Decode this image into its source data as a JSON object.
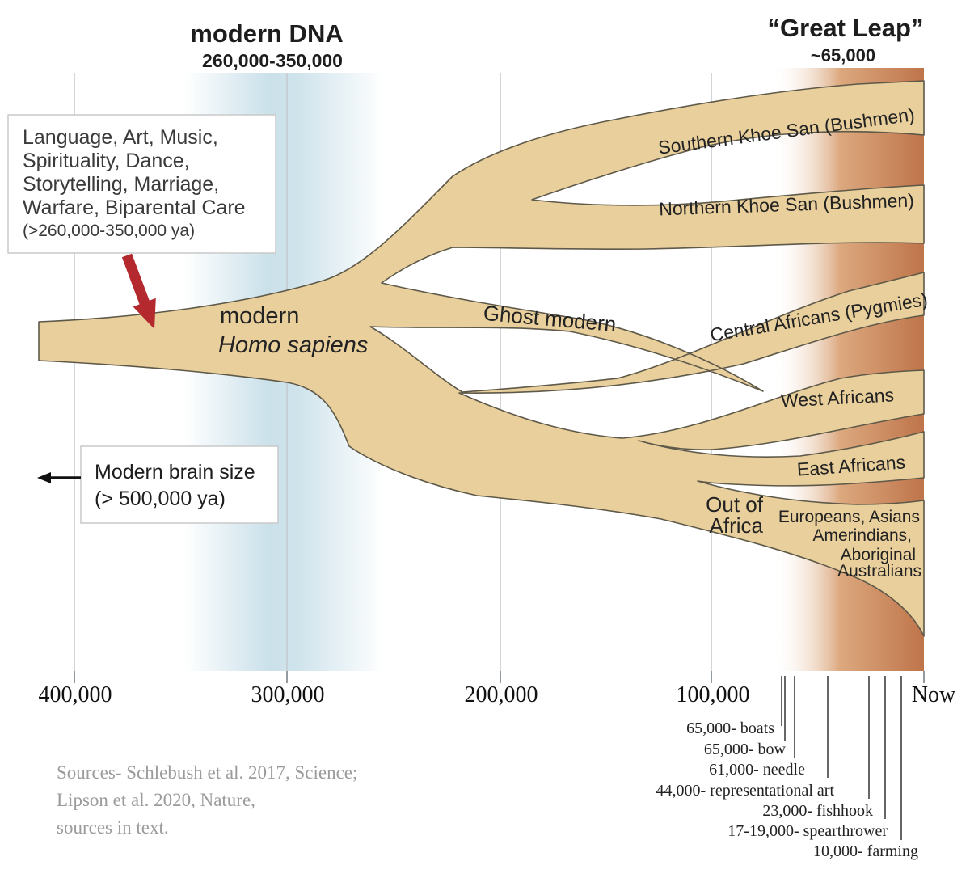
{
  "header": {
    "modern_dna": {
      "title": "modern DNA",
      "range": "260,000-350,000"
    },
    "great_leap": {
      "title": "“Great Leap”",
      "range": "~65,000"
    }
  },
  "callouts": {
    "traits_box": {
      "lines": [
        "Language, Art, Music,",
        "Spirituality, Dance,",
        "Storytelling, Marriage,",
        "Warfare, Biparental Care"
      ],
      "note": "(>260,000-350,000 ya)"
    },
    "brain_box": {
      "line1": "Modern brain size",
      "line2": "(> 500,000 ya)"
    }
  },
  "tree": {
    "trunk_label_line1": "modern",
    "trunk_label_line2": "Homo sapiens",
    "ghost_label": "Ghost modern",
    "out_of_africa_line1": "Out of",
    "out_of_africa_line2": "Africa",
    "branches": [
      "Southern Khoe San (Bushmen)",
      "Northern Khoe San (Bushmen)",
      "Central Africans (Pygmies)",
      "West Africans",
      "East Africans"
    ],
    "eurasian": [
      "Europeans, Asians",
      "Amerindians,",
      "Aboriginal",
      "Australians"
    ]
  },
  "axis": {
    "labels": [
      "400,000",
      "300,000",
      "200,000",
      "100,000",
      "Now"
    ]
  },
  "events": [
    "65,000- boats",
    "65,000- bow",
    "61,000- needle",
    "44,000- representational art",
    "23,000- fishhook",
    "17-19,000- spearthrower",
    "10,000- farming"
  ],
  "sources": [
    "Sources- Schlebush et al. 2017, Science;",
    "Lipson et al. 2020, Nature,",
    "sources in text."
  ],
  "colors": {
    "band_fill": "#e8cf9c",
    "band_outline": "#5e5949",
    "blue_band": "#c8dfe9",
    "orange_mid": "#dca87e",
    "orange_deep": "#bf744a",
    "red_arrow": "#b3292e",
    "gridline": "#c4ccd1"
  }
}
